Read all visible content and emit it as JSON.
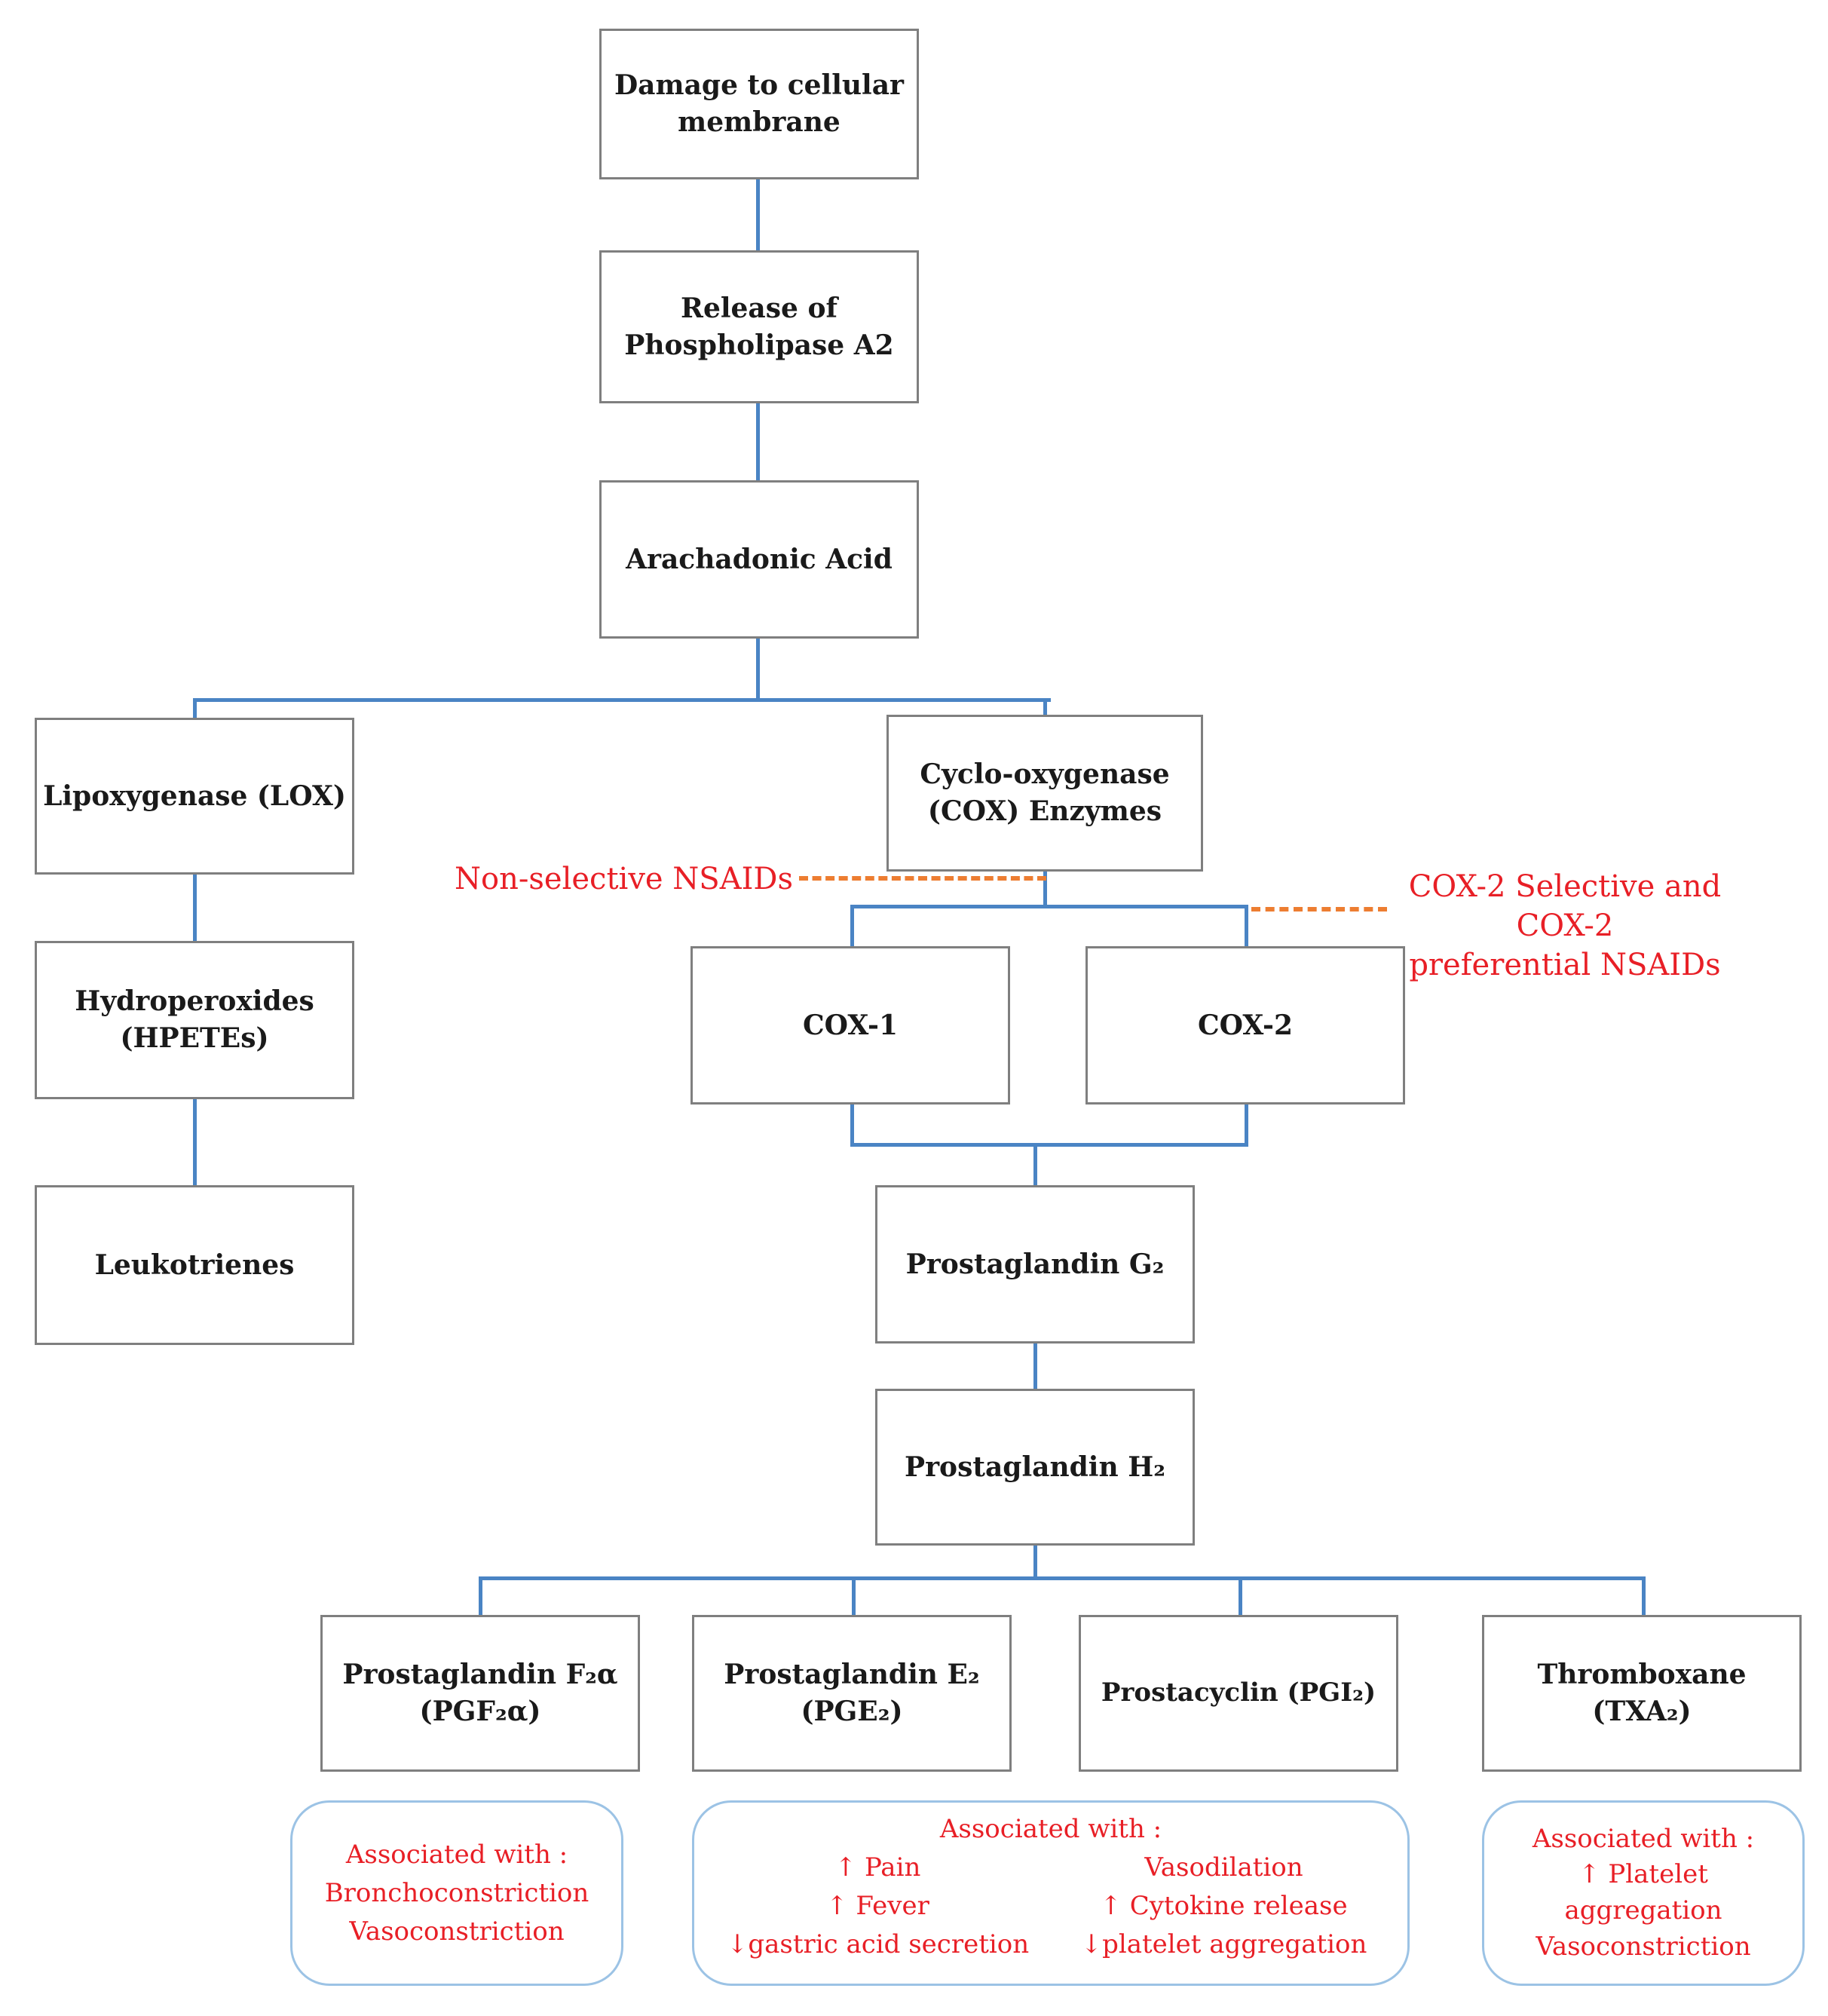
{
  "diagram_title": "Arachidonic acid / NSAID pathway flowchart",
  "nodes": {
    "damage": {
      "label": "Damage to cellular membrane"
    },
    "release": {
      "label": "Release of Phospholipase A2"
    },
    "arachadonic": {
      "label": "Arachadonic Acid"
    },
    "lox": {
      "label": "Lipoxygenase (LOX)"
    },
    "hpetes": {
      "label": "Hydroperoxides (HPETEs)"
    },
    "leukotrienes": {
      "label": "Leukotrienes"
    },
    "cox_enzymes": {
      "label": "Cyclo-oxygenase (COX) Enzymes"
    },
    "cox1": {
      "label": "COX-1"
    },
    "cox2": {
      "label": "COX-2"
    },
    "pgg2": {
      "label": "Prostaglandin G₂"
    },
    "pgh2": {
      "label": "Prostaglandin H₂"
    },
    "pgf2a": {
      "label": "Prostaglandin F₂α (PGF₂α)"
    },
    "pge2": {
      "label": "Prostaglandin E₂ (PGE₂)"
    },
    "pgi2": {
      "label": "Prostacyclin (PGI₂)"
    },
    "txa2": {
      "label": "Thromboxane (TXA₂)"
    }
  },
  "annotations": {
    "non_selective": "Non-selective NSAIDs",
    "cox2_selective_line1": "COX-2 Selective and COX-2",
    "cox2_selective_line2": "preferential NSAIDs"
  },
  "notes": {
    "pgf2a": {
      "heading": "Associated with :",
      "lines": [
        "Bronchoconstriction",
        "Vasoconstriction"
      ]
    },
    "middle": {
      "heading": "Associated with :",
      "left": [
        "↑ Pain",
        "↑ Fever",
        "↓gastric acid secretion"
      ],
      "right": [
        "Vasodilation",
        "↑ Cytokine release",
        "↓platelet aggregation"
      ]
    },
    "txa2": {
      "heading": "Associated with :",
      "lines": [
        "↑ Platelet",
        "aggregation",
        "Vasoconstriction"
      ]
    }
  },
  "colors": {
    "connector_blue": "#4a84c4",
    "dashed_orange": "#ed7d31",
    "annotation_red": "#e81f26",
    "box_border_gray": "#7f7f7f",
    "note_border_blue": "#9cc3e5"
  }
}
